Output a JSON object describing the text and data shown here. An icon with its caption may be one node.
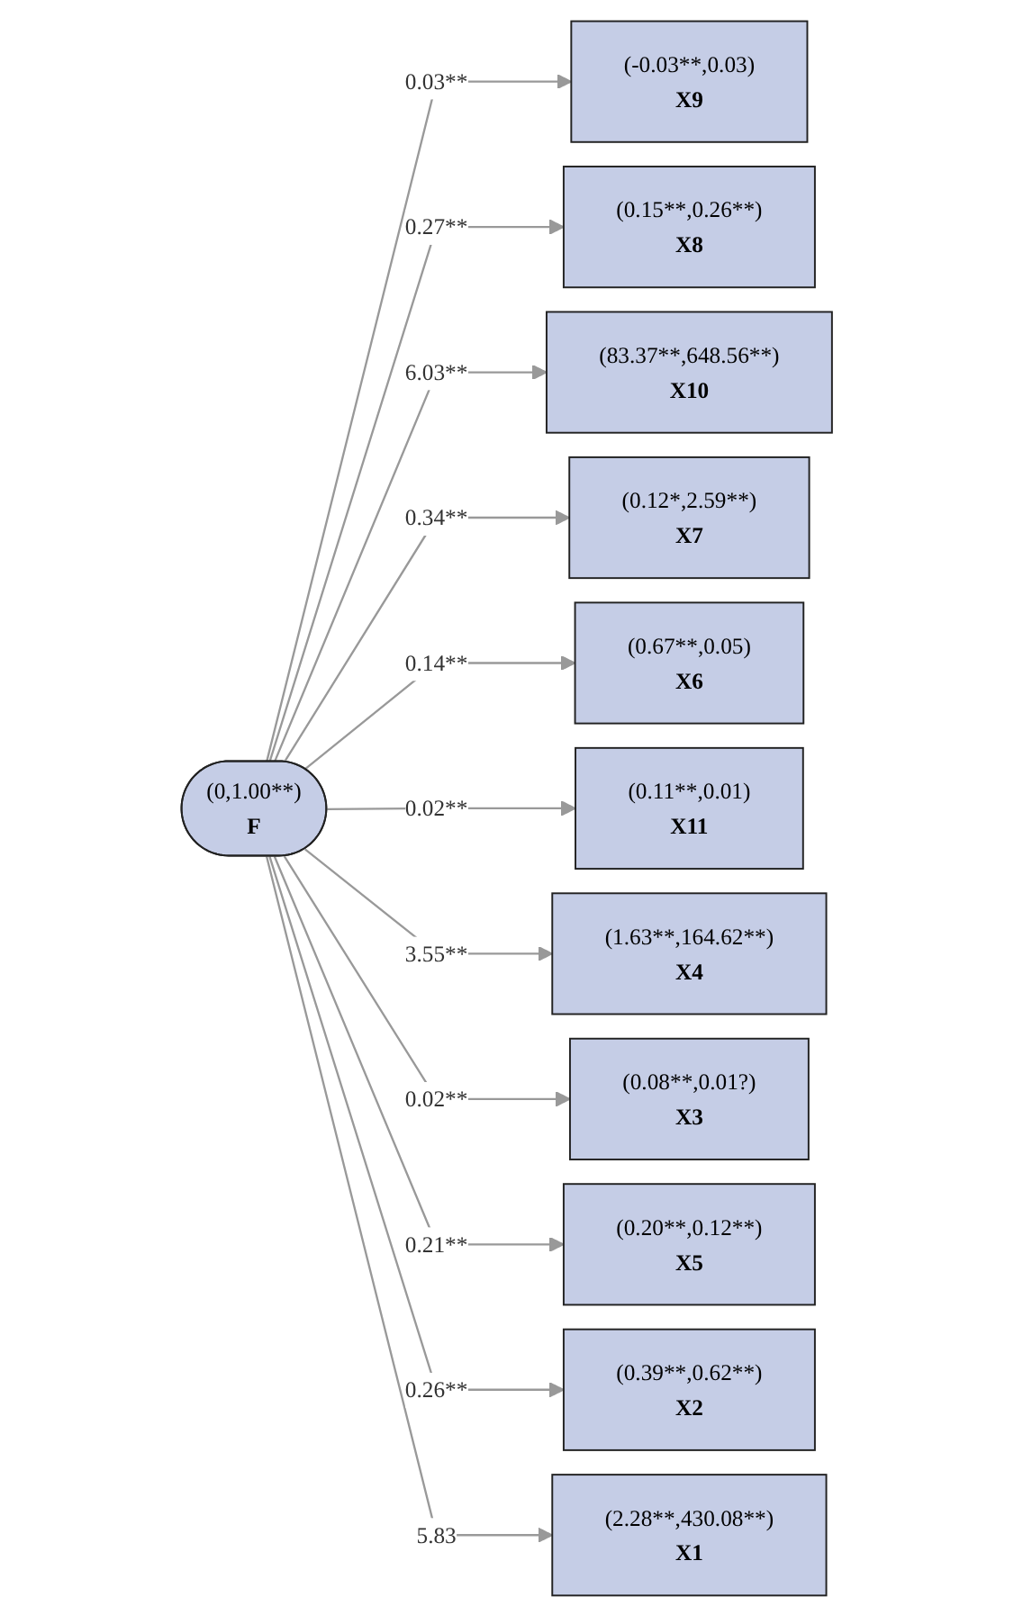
{
  "diagram": {
    "nodes": [
      {
        "text": [
          "(-0.03**,0.03)",
          "X9"
        ]
      },
      {
        "text": [
          "(0.15**,0.26**)",
          "X8"
        ]
      },
      {
        "text": [
          "(83.37**,648.56**)",
          "X10"
        ]
      },
      {
        "text": [
          "(0.12*,2.59**)",
          "X7"
        ]
      },
      {
        "text": [
          "(0.67**,0.05)",
          "X6"
        ]
      },
      {
        "text": [
          "(0,1.00**)",
          "F"
        ]
      },
      {
        "text": [
          "(0.11**,0.01)",
          "X11"
        ]
      },
      {
        "text": [
          "(1.63**,164.62**)",
          "X4"
        ]
      },
      {
        "text": [
          "(0.08**,0.01?)",
          "X3"
        ]
      },
      {
        "text": [
          "(0.20**,0.12**)",
          "X5"
        ]
      },
      {
        "text": [
          "(0.39**,0.62**)",
          "X2"
        ]
      },
      {
        "text": [
          "(2.28**,430.08**)",
          "X1"
        ]
      }
    ],
    "edges": [
      {
        "from": 5,
        "to": 0,
        "arrow": "to",
        "label": "0.03**"
      },
      {
        "from": 5,
        "to": 1,
        "arrow": "to",
        "label": "0.27**"
      },
      {
        "from": 5,
        "to": 2,
        "arrow": "to",
        "label": "6.03**"
      },
      {
        "from": 5,
        "to": 3,
        "arrow": "to",
        "label": "0.34**"
      },
      {
        "from": 5,
        "to": 4,
        "arrow": "to",
        "label": "0.14**"
      },
      {
        "from": 5,
        "to": 6,
        "arrow": "to",
        "label": "0.02**"
      },
      {
        "from": 5,
        "to": 7,
        "arrow": "to",
        "label": "3.55**"
      },
      {
        "from": 5,
        "to": 8,
        "arrow": "to",
        "label": "0.02**"
      },
      {
        "from": 5,
        "to": 9,
        "arrow": "to",
        "label": "0.21**"
      },
      {
        "from": 5,
        "to": 10,
        "arrow": "to",
        "label": "0.26**"
      },
      {
        "from": 5,
        "to": 11,
        "arrow": "to",
        "label": "5.83"
      }
    ]
  }
}
